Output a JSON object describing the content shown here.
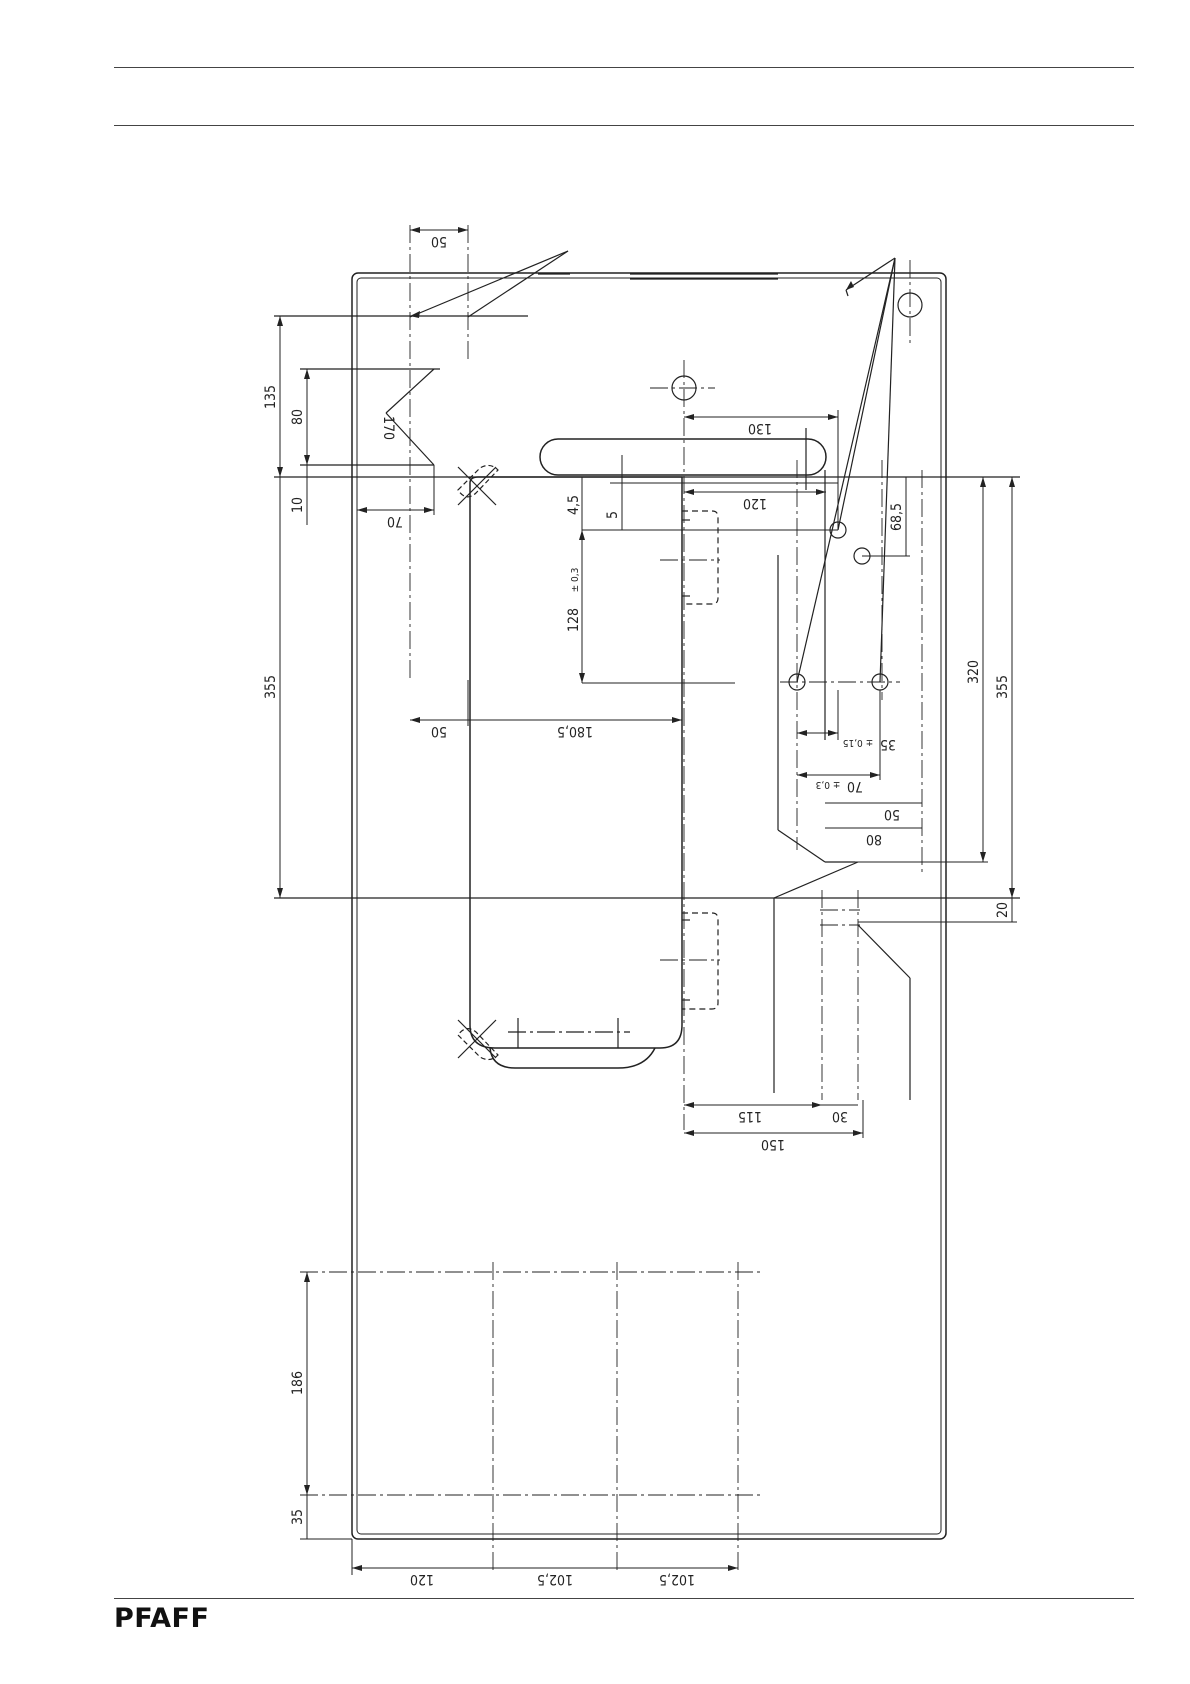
{
  "footer": {
    "brand": "PFAFF"
  },
  "dimensions": {
    "d50_top": "50",
    "d135": "135",
    "d80": "80",
    "d10": "10",
    "d70_left": "70",
    "d355_left": "355",
    "d50_mid": "50",
    "d180_5": "180,5",
    "d130": "130",
    "d120_top": "120",
    "d4_5": "4,5",
    "d5": "5",
    "d128": "128",
    "tol_128": "± 0,3",
    "d68_5": "68,5",
    "d320": "320",
    "d355_right": "355",
    "d35": "35",
    "tol_35": "± 0,15",
    "d70_right": "70",
    "tol_70": "± 0,3",
    "d50_right": "50",
    "d80_right": "80",
    "d20": "20",
    "d115": "115",
    "d30": "30",
    "d150": "150",
    "d186": "186",
    "d35_bottom": "35",
    "d120_bottom": "120",
    "d102_5_a": "102,5",
    "d102_5_b": "102,5",
    "d170_label": "170"
  }
}
